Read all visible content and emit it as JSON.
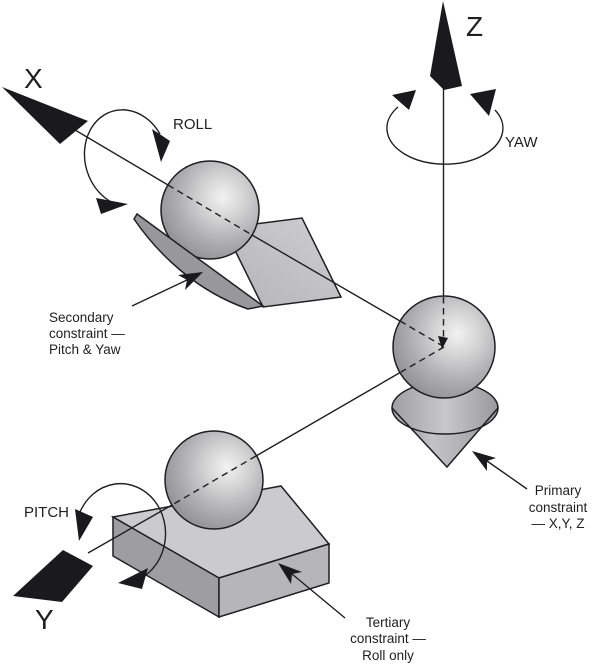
{
  "figure": {
    "description": "Kinematic locating diagram: three spheres on primary (cone), secondary (vee), tertiary (flat) constraints",
    "axes": {
      "x": "X",
      "y": "Y",
      "z": "Z"
    },
    "rotations": {
      "roll": "ROLL",
      "pitch": "PITCH",
      "yaw": "YAW"
    },
    "constraints": {
      "primary": {
        "lines": [
          "Primary",
          "constraint",
          "— X,Y, Z"
        ]
      },
      "secondary": {
        "lines": [
          "Secondary",
          "constraint —",
          "Pitch & Yaw"
        ]
      },
      "tertiary": {
        "lines": [
          "Tertiary",
          "constraint —",
          "Roll only"
        ]
      }
    },
    "colors": {
      "background": "#ffffff",
      "outline": "#1f1f21",
      "arrow_fill": "#1a1a1c",
      "sphere_highlight": "#f2f2f2",
      "sphere_shadow": "#8a8a8c",
      "plate_top": "#cbcbcd",
      "plate_left": "#9e9ea0",
      "plate_front": "#b6b6b8",
      "groove_plate": "#c4c4c7",
      "groove_lip": "#98989a",
      "cone_light": "#c3c3c5",
      "cone_dark": "#8f8f91"
    }
  }
}
